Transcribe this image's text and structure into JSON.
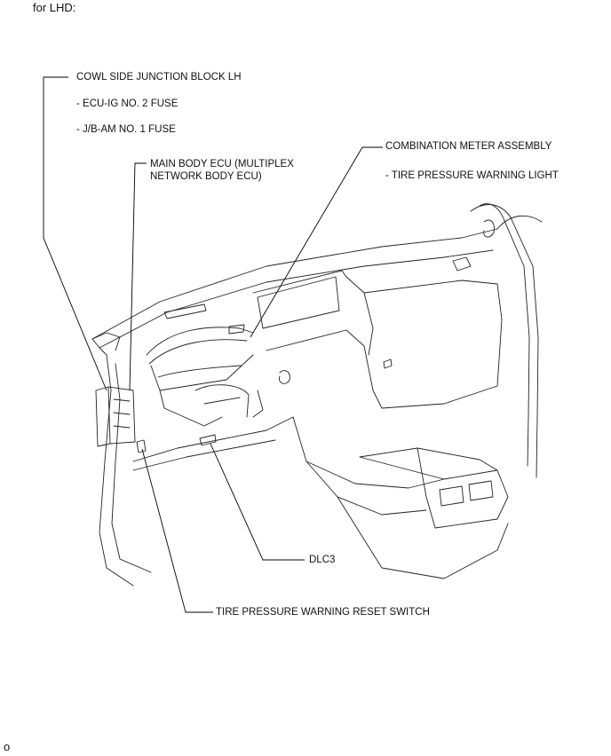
{
  "header": {
    "text": "for LHD:"
  },
  "footer": {
    "text": "o"
  },
  "callouts": {
    "cowl_side_junction_block": "COWL SIDE JUNCTION BLOCK LH",
    "ecu_ig_fuse": "- ECU-IG NO. 2 FUSE",
    "jb_am_fuse": "- J/B-AM NO. 1 FUSE",
    "main_body_ecu_line1": "MAIN BODY ECU (MULTIPLEX",
    "main_body_ecu_line2": "NETWORK BODY ECU)",
    "combination_meter": "COMBINATION METER ASSEMBLY",
    "tire_pressure_light": "- TIRE PRESSURE WARNING LIGHT",
    "dlc3": "DLC3",
    "reset_switch": "TIRE PRESSURE WARNING RESET SWITCH"
  }
}
